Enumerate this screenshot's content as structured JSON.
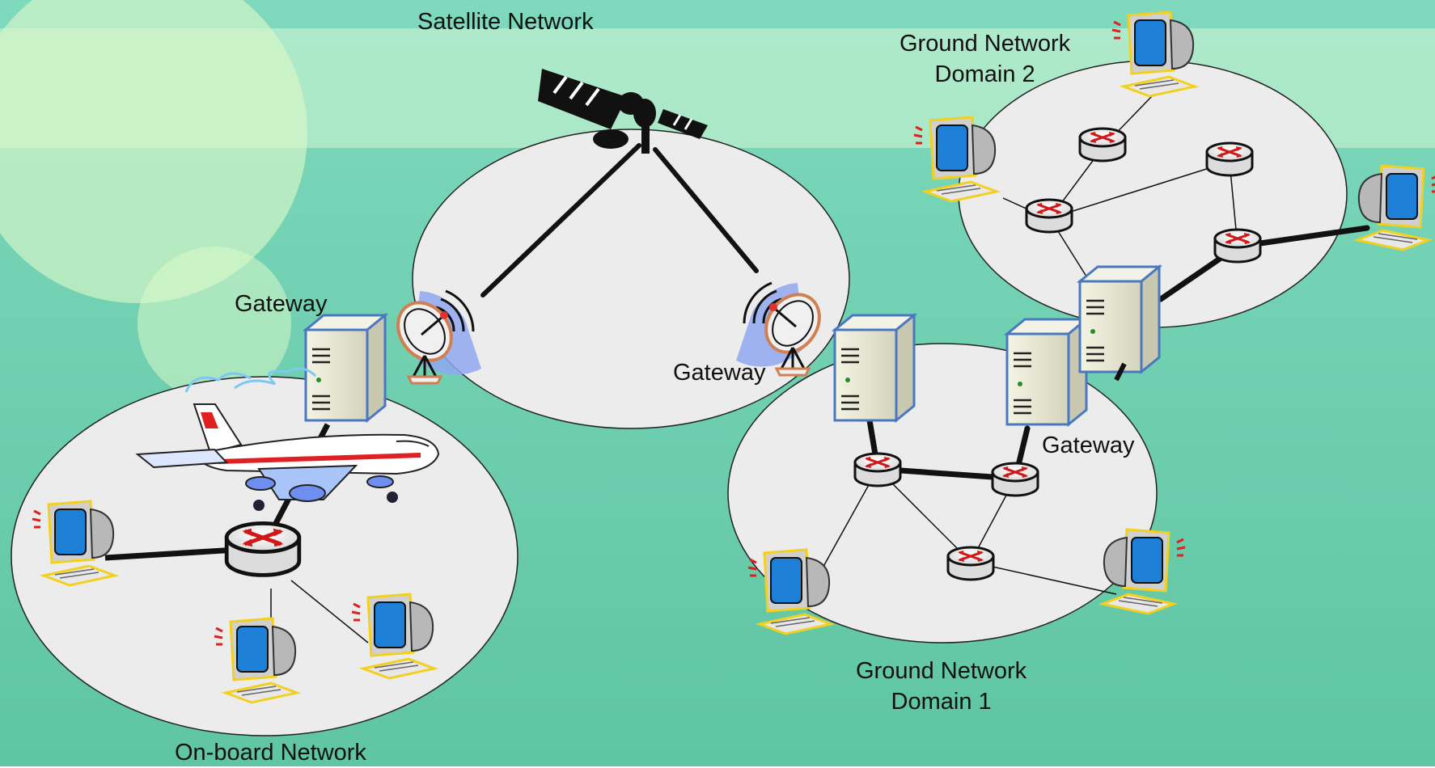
{
  "labels": {
    "satellite_network": "Satellite Network",
    "ground_domain2_line1": "Ground Network",
    "ground_domain2_line2": "Domain 2",
    "gateway_onboard": "Gateway",
    "gateway_satellite_ground": "Gateway",
    "gateway_ground1": "Gateway",
    "ground_domain1_line1": "Ground Network",
    "ground_domain1_line2": "Domain 1",
    "onboard_network": "On-board Network"
  },
  "colors": {
    "background": "#6fcfae",
    "network_fill": "#ececec",
    "server_face": "#e6e6d0",
    "server_border": "#4a78c0",
    "router_arrow": "#d01818",
    "screen": "#1e7fd6",
    "signal": "#8fa8f0"
  }
}
